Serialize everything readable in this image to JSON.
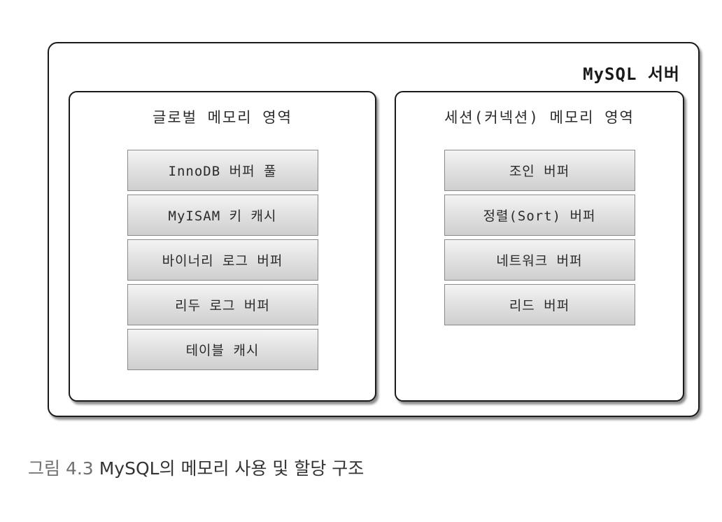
{
  "server": {
    "title": "MySQL 서버"
  },
  "global_area": {
    "title": "글로벌 메모리 영역",
    "buffers": [
      {
        "label": "InnoDB 버퍼 풀"
      },
      {
        "label": "MyISAM 키 캐시"
      },
      {
        "label": "바이너리 로그 버퍼"
      },
      {
        "label": "리두 로그 버퍼"
      },
      {
        "label": "테이블 캐시"
      }
    ]
  },
  "session_area": {
    "title": "세션(커넥션) 메모리 영역",
    "buffers": [
      {
        "label": "조인 버퍼"
      },
      {
        "label": "정렬(Sort) 버퍼"
      },
      {
        "label": "네트워크 버퍼"
      },
      {
        "label": "리드 버퍼"
      }
    ]
  },
  "caption": {
    "figure_number": "그림 4.3",
    "text": "MySQL의 메모리 사용 및 할당 구조"
  }
}
